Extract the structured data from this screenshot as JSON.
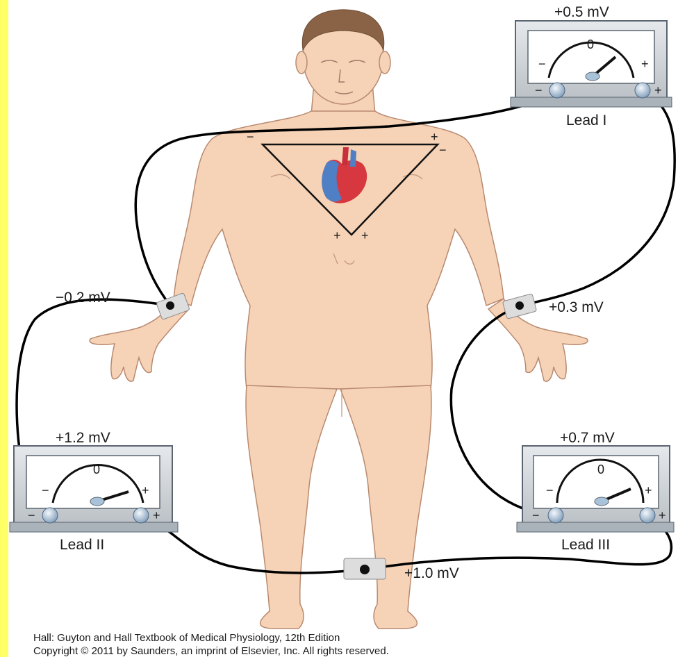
{
  "figure": {
    "voltages": {
      "lead_i": "+0.5 mV",
      "right_arm": "−0.2 mV",
      "left_arm": "+0.3 mV",
      "lead_ii": "+1.2 mV",
      "lead_iii": "+0.7 mV",
      "left_leg": "+1.0 mV"
    },
    "meters": [
      {
        "name": "Lead I",
        "zero": "0",
        "neg": "−",
        "pos": "+"
      },
      {
        "name": "Lead II",
        "zero": "0",
        "neg": "−",
        "pos": "+"
      },
      {
        "name": "Lead III",
        "zero": "0",
        "neg": "−",
        "pos": "+"
      }
    ],
    "triangle_signs": {
      "left_top": "−",
      "right_top": "+",
      "right_minus": "−",
      "bottom_left_plus": "+",
      "bottom_right_plus": "+"
    },
    "credit": {
      "line1": "Hall: Guyton and Hall Textbook of Medical Physiology, 12th Edition",
      "line2": "Copyright © 2011 by Saunders, an imprint of Elsevier, Inc. All rights reserved."
    }
  },
  "colors": {
    "border": "#ffff66",
    "skin": "#f6d2b6",
    "skin_outline": "#b88a70",
    "hair": "#8a6346",
    "wire": "#000000",
    "meter_body": "#cfd4d8",
    "heart_red": "#d7373f",
    "heart_blue": "#4f7fc4"
  }
}
